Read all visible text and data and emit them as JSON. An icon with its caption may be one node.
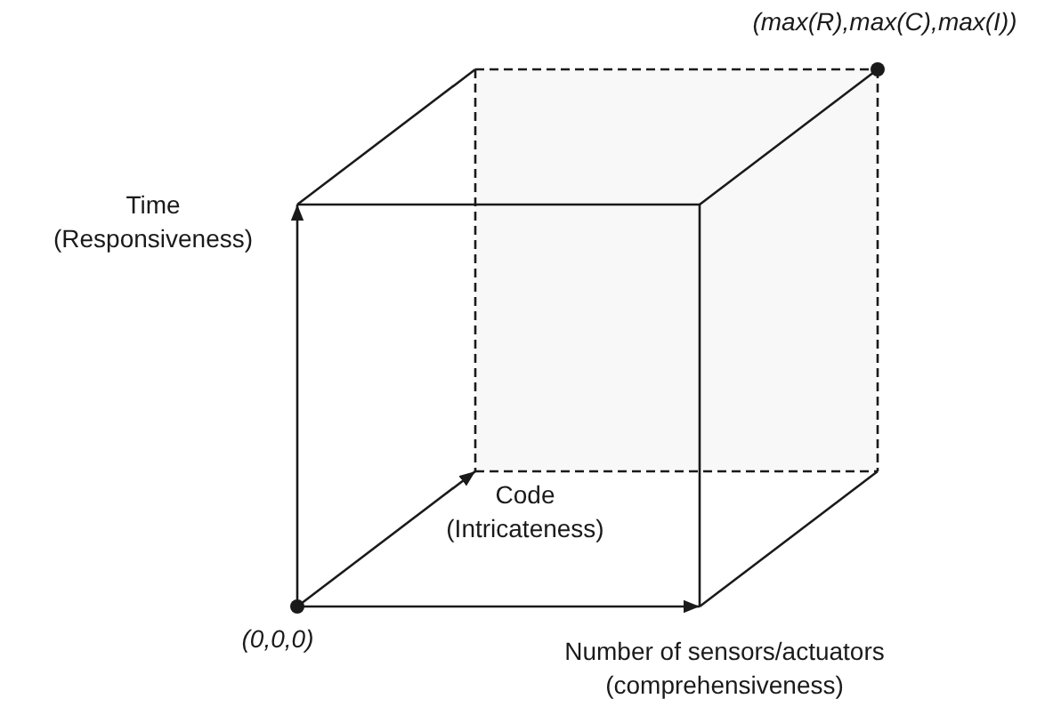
{
  "diagram": {
    "labels": [
      "(max(R),max(C),max(I))",
      "Time (Responsiveness)",
      "Code (Intricateness)",
      "(0,0,0)",
      "Number of sensors/actuators (comprehensiveness)"
    ]
  }
}
